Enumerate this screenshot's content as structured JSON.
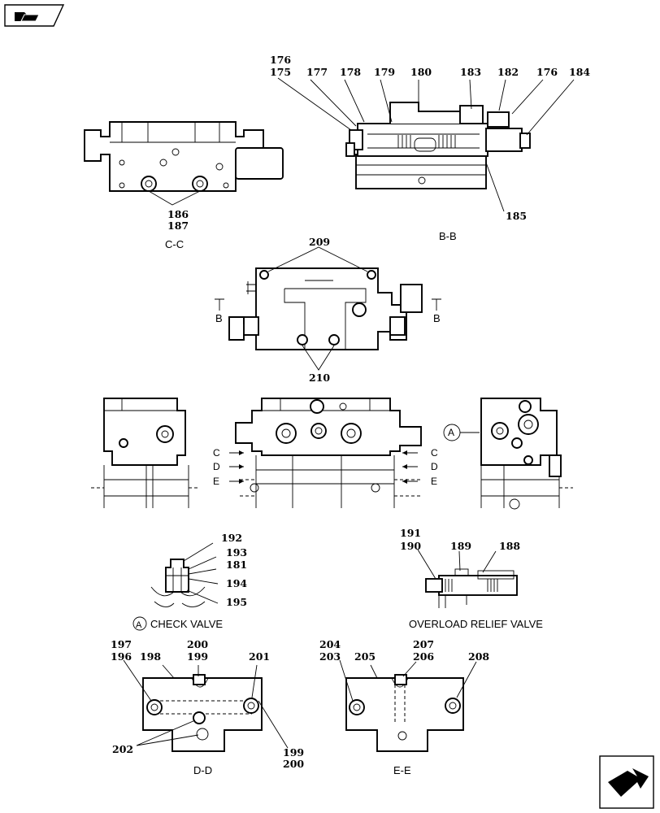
{
  "views": {
    "cc": {
      "title": "C-C",
      "callouts": [
        "186",
        "187"
      ]
    },
    "bb": {
      "title": "B-B",
      "callouts": [
        "176",
        "175",
        "177",
        "178",
        "179",
        "180",
        "183",
        "182",
        "176",
        "184",
        "185"
      ]
    },
    "top": {
      "callouts": [
        "209",
        "210"
      ],
      "section_marks": [
        "B",
        "B"
      ]
    },
    "middle": {
      "section_arrows": [
        "C",
        "D",
        "E",
        "C",
        "D",
        "E"
      ],
      "detail_marker": "A"
    },
    "check_valve": {
      "title": "CHECK VALVE",
      "marker": "A",
      "callouts": [
        "192",
        "193",
        "181",
        "194",
        "195"
      ]
    },
    "relief": {
      "title": "OVERLOAD RELIEF VALVE",
      "callouts": [
        "191",
        "190",
        "189",
        "188"
      ]
    },
    "dd": {
      "title": "D-D",
      "callouts": [
        "197",
        "196",
        "198",
        "200",
        "199",
        "201",
        "202",
        "199",
        "200"
      ]
    },
    "ee": {
      "title": "E-E",
      "callouts": [
        "204",
        "203",
        "205",
        "207",
        "206",
        "208"
      ]
    }
  },
  "icons": [
    "folder-nav-icon",
    "next-page-icon"
  ]
}
